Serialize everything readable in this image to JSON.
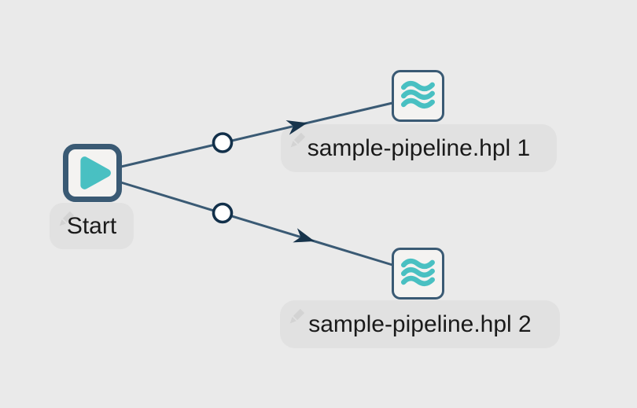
{
  "canvas": {
    "background_color": "#eaeaea",
    "edge_color": "#3a5a74",
    "arrow_color": "#17344c",
    "node_border_color": "#3a5a74",
    "node_fill_color": "#f4f3f1",
    "accent_teal": "#49c0c2",
    "label_bg_color": "#e1e1e1",
    "label_text_color": "#1a1a1a",
    "pencil_color": "#d3d3d3"
  },
  "nodes": [
    {
      "id": "start",
      "type": "start",
      "label": "Start",
      "icon": "play-icon"
    },
    {
      "id": "pipeline1",
      "type": "pipeline",
      "label": "sample-pipeline.hpl 1",
      "icon": "pipeline-waves-icon"
    },
    {
      "id": "pipeline2",
      "type": "pipeline",
      "label": "sample-pipeline.hpl 2",
      "icon": "pipeline-waves-icon"
    }
  ],
  "connections": [
    {
      "from": "Start",
      "to": "sample-pipeline.hpl 1"
    },
    {
      "from": "Start",
      "to": "sample-pipeline.hpl 2"
    }
  ]
}
